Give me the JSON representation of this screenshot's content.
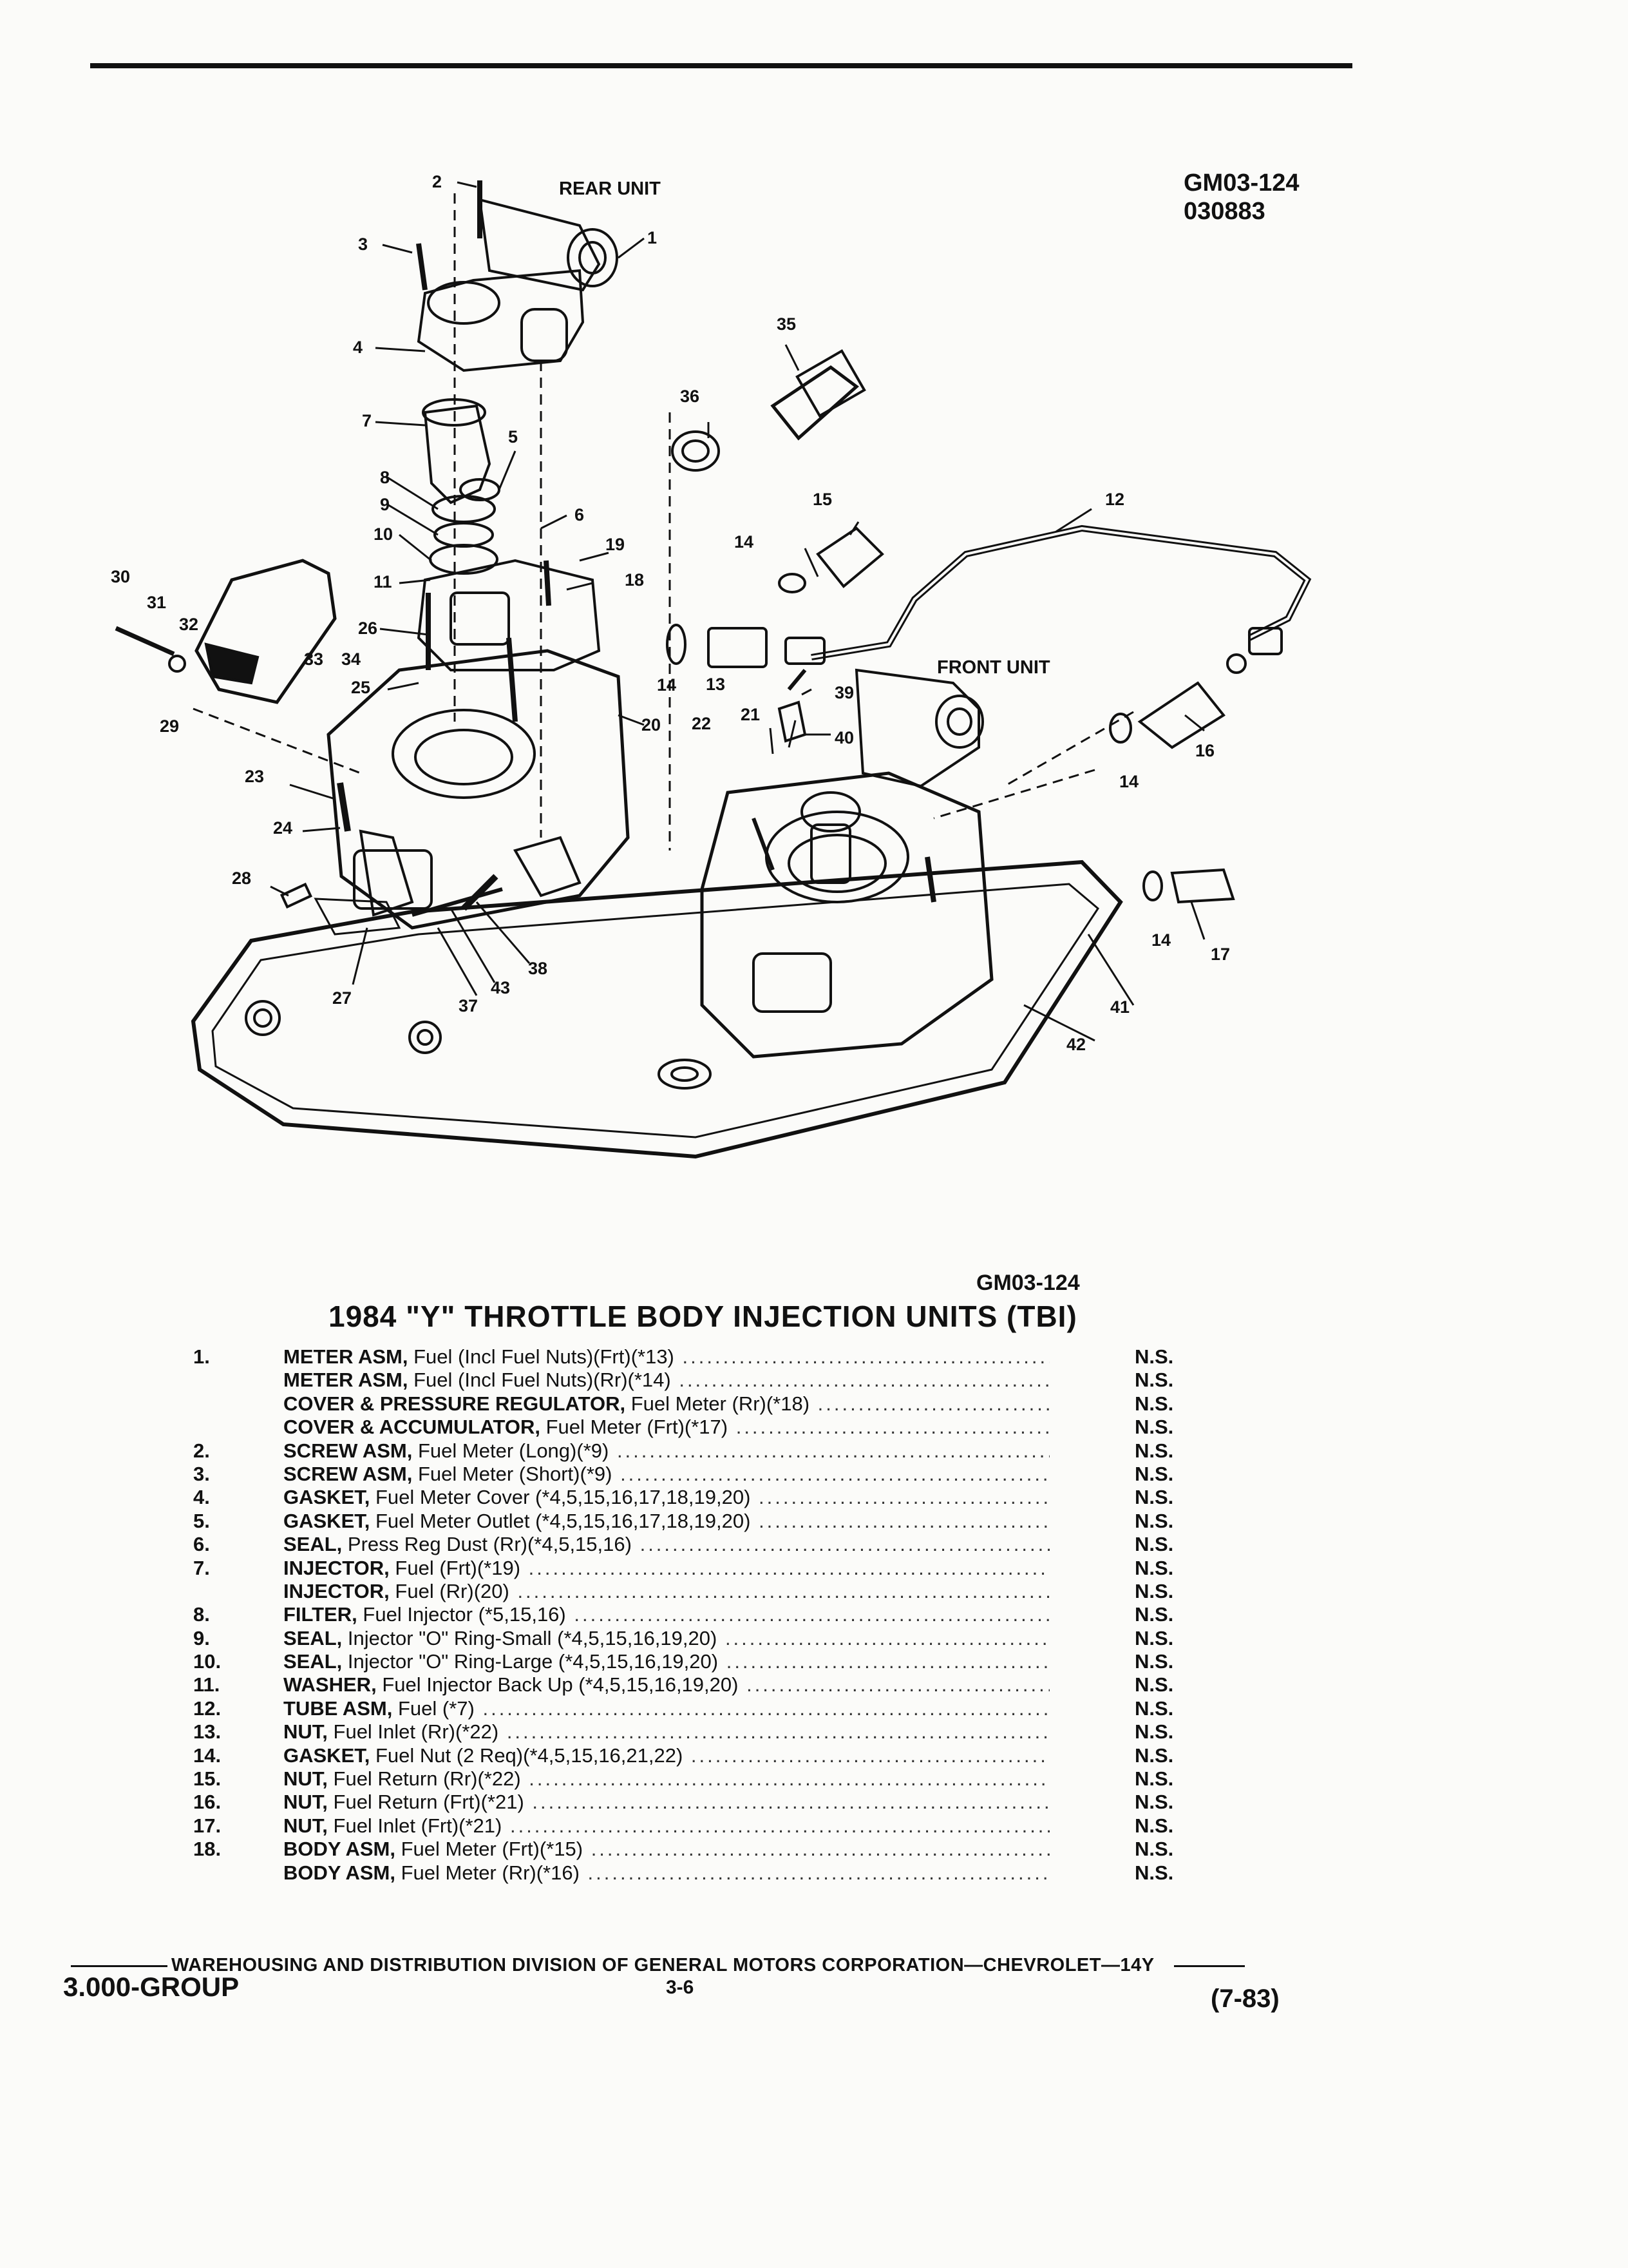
{
  "header": {
    "figure_code": "GM03-124",
    "figure_date": "030883"
  },
  "diagram": {
    "rear_unit_label": "REAR UNIT",
    "front_unit_label": "FRONT UNIT",
    "figure_ref": "GM03-124",
    "callouts": [
      "1",
      "2",
      "3",
      "4",
      "5",
      "6",
      "7",
      "8",
      "9",
      "10",
      "11",
      "12",
      "13",
      "14",
      "14",
      "14",
      "14",
      "15",
      "16",
      "17",
      "18",
      "19",
      "20",
      "21",
      "22",
      "23",
      "24",
      "25",
      "26",
      "27",
      "28",
      "29",
      "30",
      "31",
      "32",
      "33",
      "34",
      "35",
      "36",
      "37",
      "38",
      "39",
      "40",
      "41",
      "42",
      "43"
    ]
  },
  "parts_list": {
    "title": "1984 \"Y\" THROTTLE BODY INJECTION UNITS (TBI)",
    "items": [
      {
        "num": "1.",
        "name": "METER ASM,",
        "detail": "Fuel (Incl Fuel Nuts)(Frt)(*13)",
        "status": "N.S."
      },
      {
        "num": "",
        "name": "METER ASM,",
        "detail": "Fuel (Incl Fuel Nuts)(Rr)(*14)",
        "status": "N.S."
      },
      {
        "num": "",
        "name": "COVER & PRESSURE REGULATOR,",
        "detail": "Fuel Meter (Rr)(*18)",
        "status": "N.S."
      },
      {
        "num": "",
        "name": "COVER & ACCUMULATOR,",
        "detail": "Fuel Meter (Frt)(*17)",
        "status": "N.S."
      },
      {
        "num": "2.",
        "name": "SCREW ASM,",
        "detail": "Fuel Meter (Long)(*9)",
        "status": "N.S."
      },
      {
        "num": "3.",
        "name": "SCREW ASM,",
        "detail": "Fuel Meter (Short)(*9)",
        "status": "N.S."
      },
      {
        "num": "4.",
        "name": "GASKET,",
        "detail": "Fuel Meter Cover (*4,5,15,16,17,18,19,20)",
        "status": "N.S."
      },
      {
        "num": "5.",
        "name": "GASKET,",
        "detail": "Fuel Meter Outlet (*4,5,15,16,17,18,19,20)",
        "status": "N.S."
      },
      {
        "num": "6.",
        "name": "SEAL,",
        "detail": "Press Reg Dust (Rr)(*4,5,15,16)",
        "status": "N.S."
      },
      {
        "num": "7.",
        "name": "INJECTOR,",
        "detail": "Fuel (Frt)(*19)",
        "status": "N.S."
      },
      {
        "num": "",
        "name": "INJECTOR,",
        "detail": "Fuel (Rr)(20)",
        "status": "N.S."
      },
      {
        "num": "8.",
        "name": "FILTER,",
        "detail": "Fuel Injector (*5,15,16)",
        "status": "N.S."
      },
      {
        "num": "9.",
        "name": "SEAL,",
        "detail": "Injector \"O\" Ring-Small (*4,5,15,16,19,20)",
        "status": "N.S."
      },
      {
        "num": "10.",
        "name": "SEAL,",
        "detail": "Injector \"O\" Ring-Large (*4,5,15,16,19,20)",
        "status": "N.S."
      },
      {
        "num": "11.",
        "name": "WASHER,",
        "detail": "Fuel Injector Back Up (*4,5,15,16,19,20)",
        "status": "N.S."
      },
      {
        "num": "12.",
        "name": "TUBE ASM,",
        "detail": "Fuel (*7)",
        "status": "N.S."
      },
      {
        "num": "13.",
        "name": "NUT,",
        "detail": "Fuel Inlet (Rr)(*22)",
        "status": "N.S."
      },
      {
        "num": "14.",
        "name": "GASKET,",
        "detail": "Fuel Nut (2 Req)(*4,5,15,16,21,22)",
        "status": "N.S."
      },
      {
        "num": "15.",
        "name": "NUT,",
        "detail": "Fuel Return (Rr)(*22)",
        "status": "N.S."
      },
      {
        "num": "16.",
        "name": "NUT,",
        "detail": "Fuel Return (Frt)(*21)",
        "status": "N.S."
      },
      {
        "num": "17.",
        "name": "NUT,",
        "detail": "Fuel Inlet (Frt)(*21)",
        "status": "N.S."
      },
      {
        "num": "18.",
        "name": "BODY ASM,",
        "detail": "Fuel Meter (Frt)(*15)",
        "status": "N.S."
      },
      {
        "num": "",
        "name": "BODY ASM,",
        "detail": "Fuel Meter (Rr)(*16)",
        "status": "N.S."
      }
    ]
  },
  "footer": {
    "division": "WAREHOUSING AND DISTRIBUTION  DIVISION OF GENERAL MOTORS CORPORATION—CHEVROLET—14Y",
    "group": "3.000-GROUP",
    "page": "3-6",
    "revision": "(7-83)"
  }
}
